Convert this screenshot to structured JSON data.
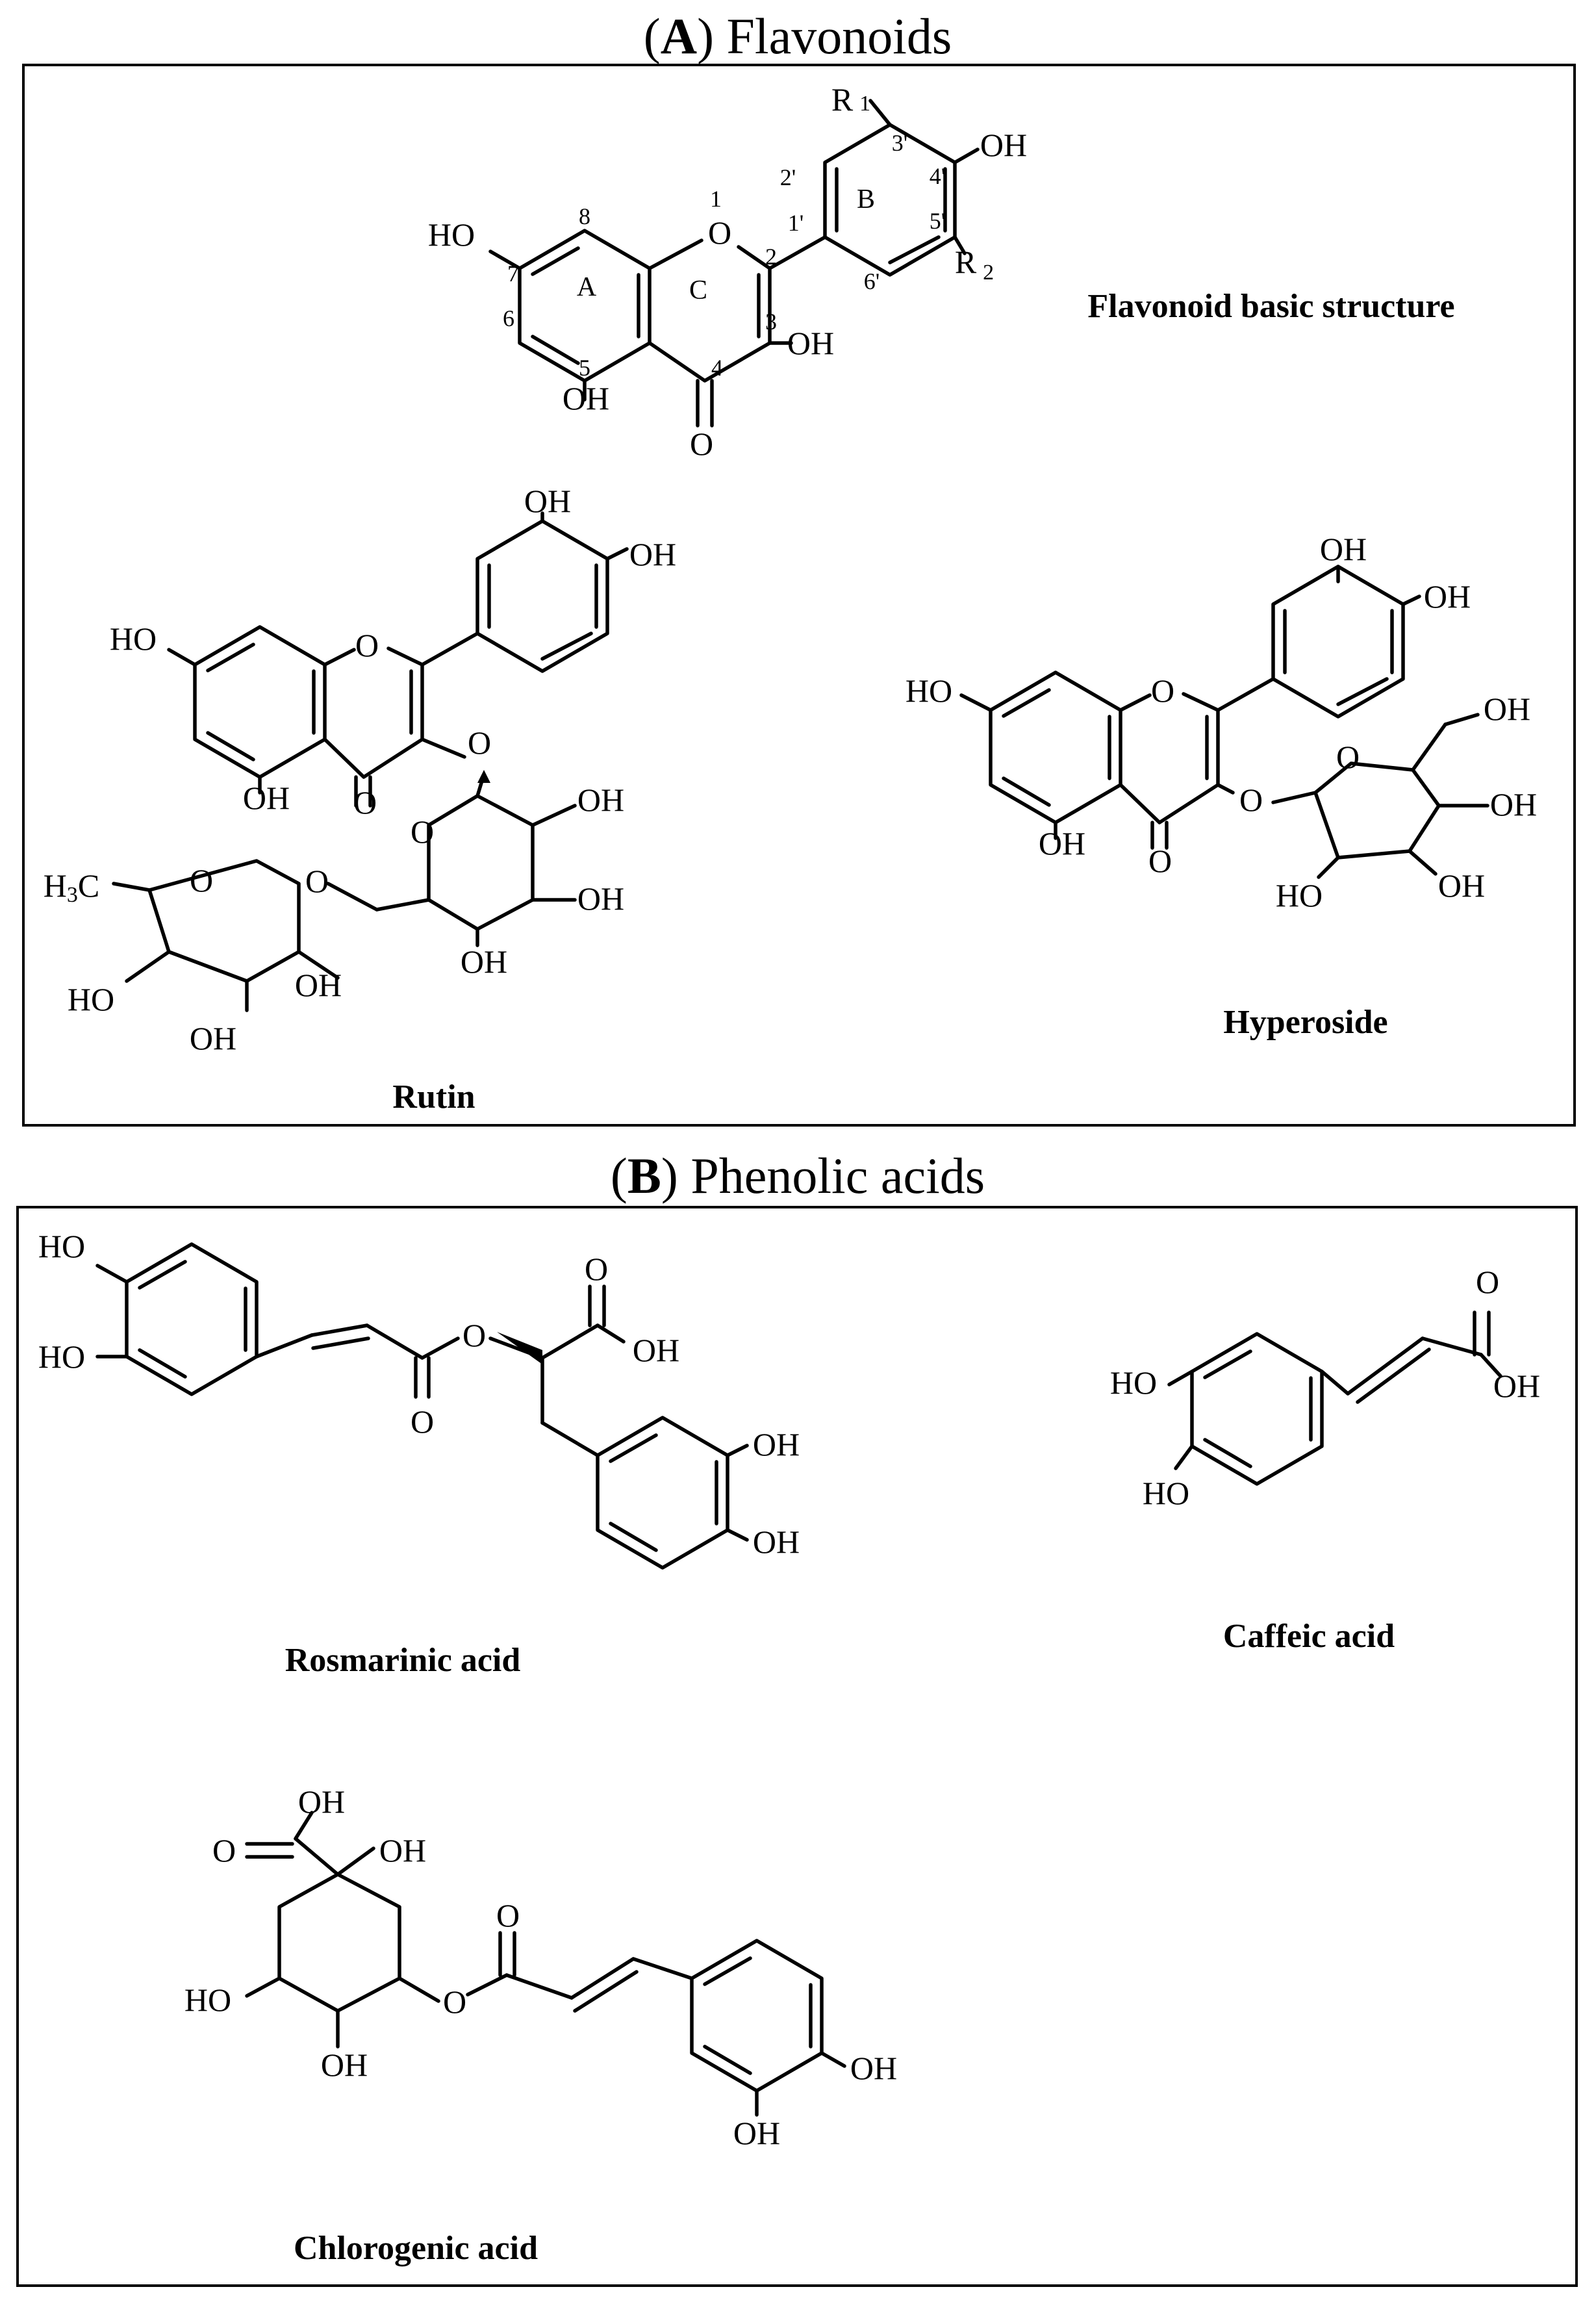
{
  "sections": {
    "a": {
      "letter": "A",
      "title": " Flavonoids"
    },
    "b": {
      "letter": "B",
      "title": " Phenolic acids"
    }
  },
  "compounds": {
    "flavonoid_basic": "Flavonoid basic structure",
    "rutin": "Rutin",
    "hyperoside": "Hyperoside",
    "rosmarinic": "Rosmarinic acid",
    "caffeic": "Caffeic acid",
    "chlorogenic": "Chlorogenic acid"
  },
  "atoms": {
    "oh": "OH",
    "ho": "HO",
    "o": "O",
    "r": "R",
    "h3c": "H",
    "c": "C"
  },
  "subscripts": {
    "one": "1",
    "two": "2",
    "three": "3"
  },
  "ring_labels": {
    "a": "A",
    "b": "B",
    "c": "C"
  },
  "positions": {
    "p1": "1",
    "p2": "2",
    "p3": "3",
    "p4": "4",
    "p5": "5",
    "p6": "6",
    "p7": "7",
    "p8": "8",
    "p1p": "1'",
    "p2p": "2'",
    "p3p": "3'",
    "p4p": "4'",
    "p5p": "5'",
    "p6p": "6'"
  }
}
